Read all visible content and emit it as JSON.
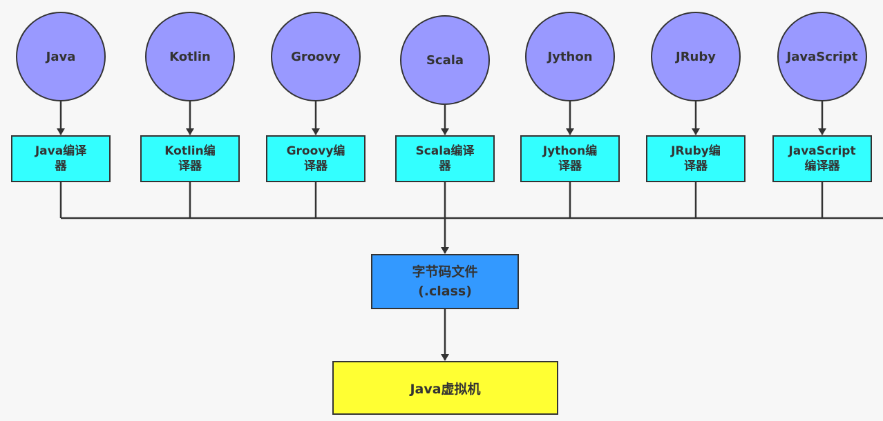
{
  "colors": {
    "language_fill": "#9999ff",
    "compiler_fill": "#33ffff",
    "bytecode_fill": "#3399ff",
    "jvm_fill": "#ffff33",
    "stroke": "#333333"
  },
  "languages": [
    {
      "name": "Java",
      "compiler": [
        "Java编译",
        "器"
      ]
    },
    {
      "name": "Kotlin",
      "compiler": [
        "Kotlin编",
        "译器"
      ]
    },
    {
      "name": "Groovy",
      "compiler": [
        "Groovy编",
        "译器"
      ]
    },
    {
      "name": "Scala",
      "compiler": [
        "Scala编译",
        "器"
      ]
    },
    {
      "name": "Jython",
      "compiler": [
        "Jython编",
        "译器"
      ]
    },
    {
      "name": "JRuby",
      "compiler": [
        "JRuby编",
        "译器"
      ]
    },
    {
      "name": "JavaScript",
      "compiler": [
        "JavaScript",
        "编译器"
      ]
    }
  ],
  "bytecode": {
    "line1": "字节码文件",
    "line2": "(.class)"
  },
  "jvm": {
    "label": "Java虚拟机"
  }
}
